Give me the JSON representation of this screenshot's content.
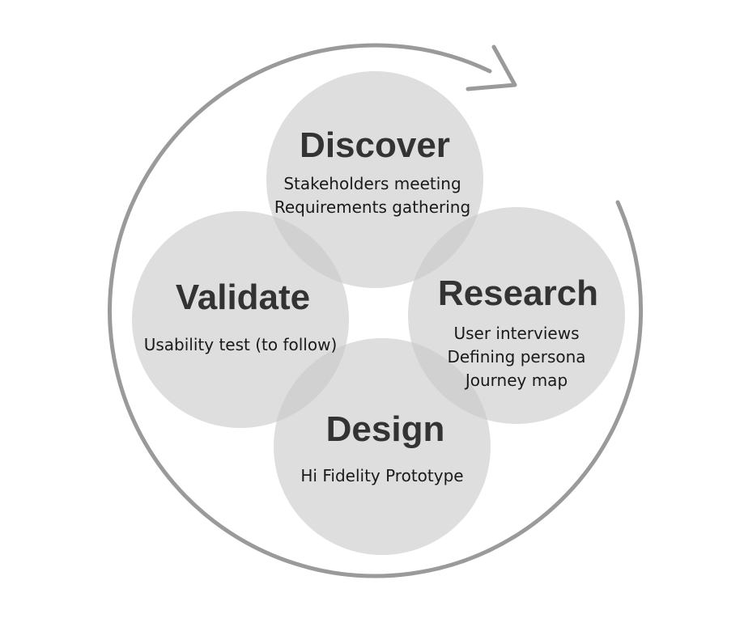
{
  "colors": {
    "circle_fill": "#dcdcdc",
    "arrow_stroke": "#9a9a9a",
    "title_text": "#333333",
    "item_text": "#1a1a1a",
    "background": "#ffffff"
  },
  "cycle": {
    "direction": "clockwise",
    "arrow_icon": "circular-arrow"
  },
  "stages": [
    {
      "key": "discover",
      "title": "Discover",
      "items": [
        "Stakeholders meeting",
        "Requirements gathering"
      ]
    },
    {
      "key": "research",
      "title": "Research",
      "items": [
        "User interviews",
        "Defining persona",
        "Journey map"
      ]
    },
    {
      "key": "design",
      "title": "Design",
      "items": [
        "Hi Fidelity Prototype"
      ]
    },
    {
      "key": "validate",
      "title": "Validate",
      "items": [
        "Usability test (to follow)"
      ]
    }
  ]
}
